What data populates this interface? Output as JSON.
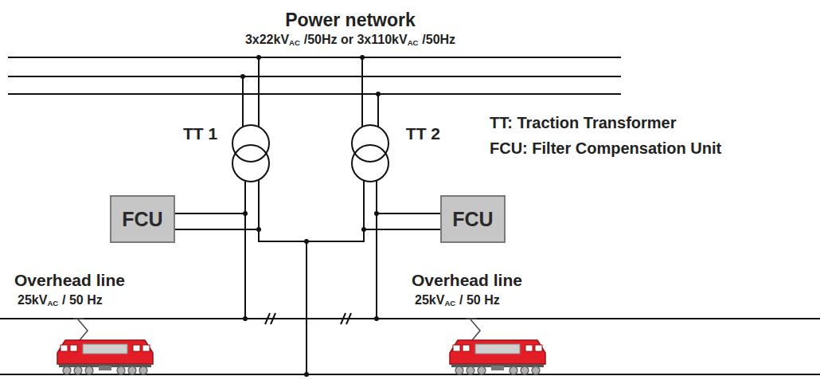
{
  "diagram": {
    "title": "Power network",
    "nodes": [
      {
        "text": [
          "TT 1"
        ]
      },
      {
        "text": [
          "TT 2"
        ]
      },
      {
        "text": [
          "FCU"
        ]
      },
      {
        "text": [
          "FCU"
        ]
      }
    ],
    "edges": [
      {
        "from": 2,
        "to": 0,
        "arrow": "none"
      },
      {
        "from": 1,
        "to": 3,
        "arrow": "none"
      }
    ],
    "labels": [
      "3x22kV",
      "AC",
      "/50Hz or 3x110kV",
      "AC",
      "/50Hz",
      "TT: Traction Transformer",
      "FCU: Filter Compensation Unit",
      "Overhead line",
      "25kV",
      "AC",
      "/ 50 Hz",
      "Overhead line",
      "25kV",
      "AC",
      "/ 50 Hz"
    ]
  }
}
